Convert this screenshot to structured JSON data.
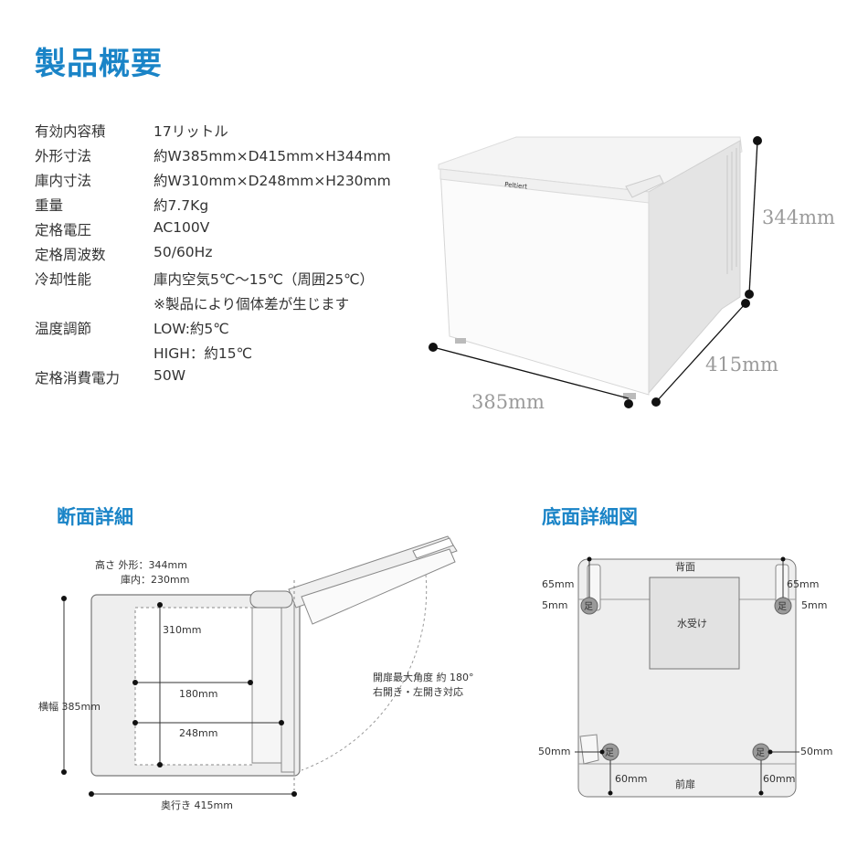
{
  "header": {
    "title": "製品概要"
  },
  "specs": [
    {
      "label": "有効内容積",
      "value": "17リットル"
    },
    {
      "label": "外形寸法",
      "value": "約W385mm×D415mm×H344mm"
    },
    {
      "label": "庫内寸法",
      "value": "約W310mm×D248mm×H230mm"
    },
    {
      "label": "重量",
      "value": "約7.7Kg"
    },
    {
      "label": "定格電圧",
      "value": "AC100V"
    },
    {
      "label": "定格周波数",
      "value": "50/60Hz"
    },
    {
      "label": "冷却性能",
      "value": "庫内空気5℃～15℃（周囲25℃）"
    },
    {
      "label": "",
      "value": "※製品により個体差が生じます"
    },
    {
      "label": "温度調節",
      "value": " LOW:約5℃"
    },
    {
      "label": "",
      "value": "HIGH：約15℃"
    },
    {
      "label": "定格消費電力",
      "value": "50W"
    }
  ],
  "product": {
    "brand": "Peltiert",
    "dims": {
      "height": "344mm",
      "depth": "415mm",
      "width": "385mm"
    }
  },
  "section": {
    "title": "断面詳細",
    "height_label": "高さ 外形：344mm",
    "inner_label": "庫内：230mm",
    "d310": "310mm",
    "d180": "180mm",
    "d248": "248mm",
    "width_label": "横幅 385mm",
    "depth_label": "奥行き 415mm",
    "door_note_1": "開扉最大角度 約 180°",
    "door_note_2": "右開き・左開き対応"
  },
  "bottom": {
    "title": "底面詳細図",
    "back": "背面",
    "front": "前扉",
    "tray": "水受け",
    "foot": "足",
    "m65": "65mm",
    "m5": "5mm",
    "m50": "50mm",
    "m60": "60mm"
  },
  "colors": {
    "accent": "#1a84c7",
    "fill": "#eeeeee",
    "foot": "#9a9a9a"
  }
}
